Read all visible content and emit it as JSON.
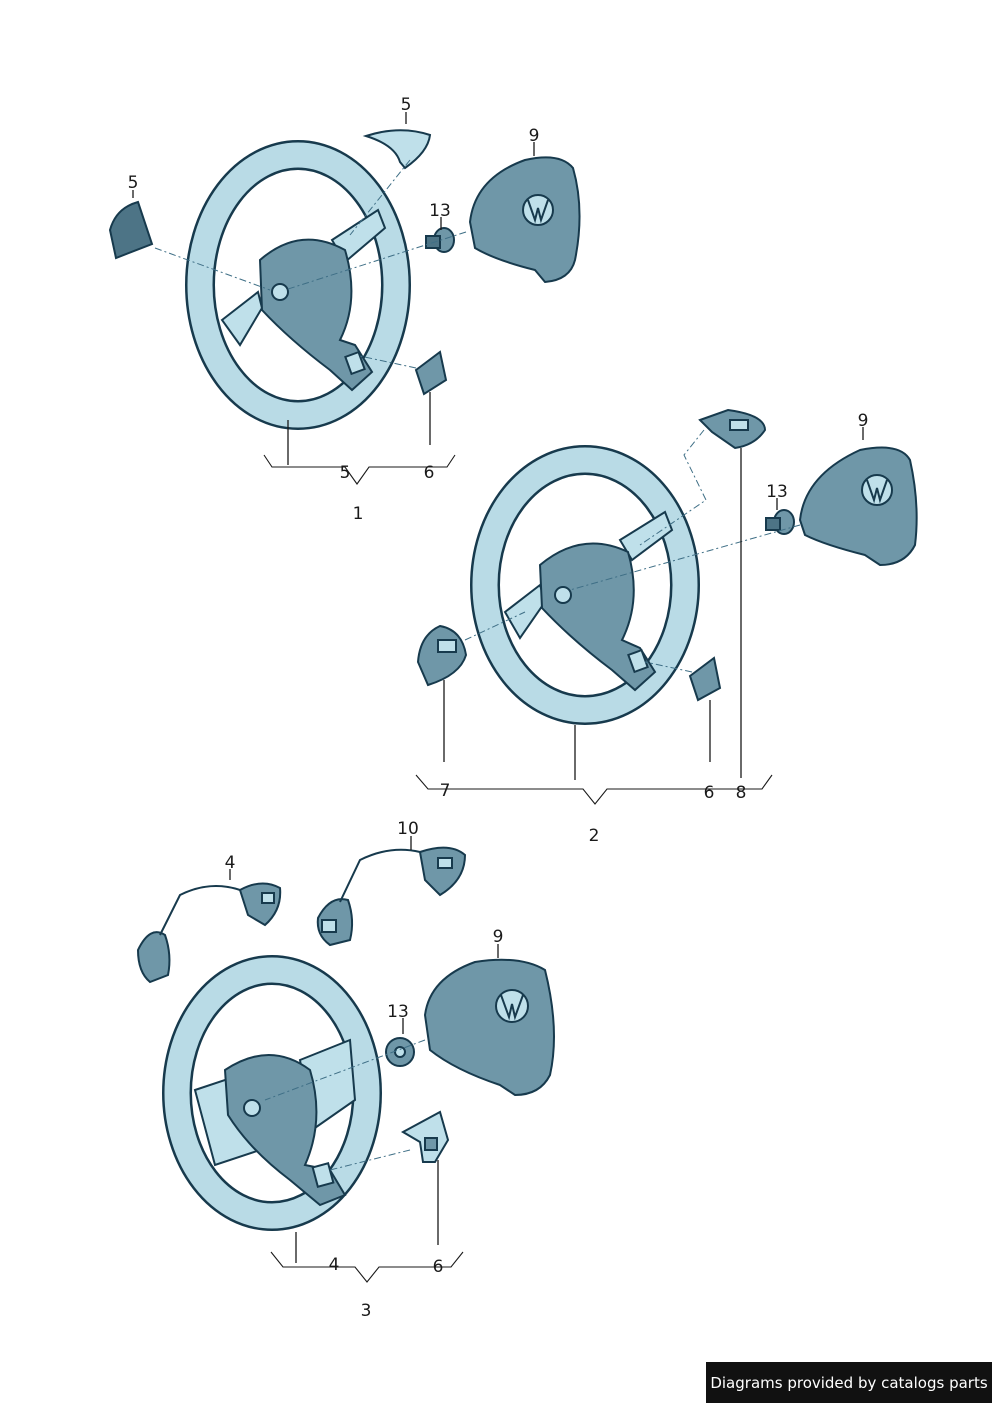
{
  "callouts": {
    "g1": {
      "pad_left": "5",
      "pad_top": "5",
      "airbag": "9",
      "bolt": "13",
      "brace_left": "5",
      "brace_right": "6",
      "assembly": "1"
    },
    "g2": {
      "switch_right": "8",
      "airbag": "9",
      "bolt": "13",
      "brace_left": "7",
      "brace_right": "6",
      "brace_right2": "8",
      "assembly": "2"
    },
    "g3": {
      "switch_left": "4",
      "switch_right": "10",
      "airbag": "9",
      "bolt": "13",
      "brace_left": "4",
      "brace_right": "6",
      "assembly": "3"
    }
  },
  "footer": {
    "text": "Diagrams provided by catalogs parts"
  },
  "colors": {
    "part_fill": "#b9dbe6",
    "outline": "#173a4d",
    "shadow": "#6f97a8",
    "footer_bg": "#111111"
  }
}
